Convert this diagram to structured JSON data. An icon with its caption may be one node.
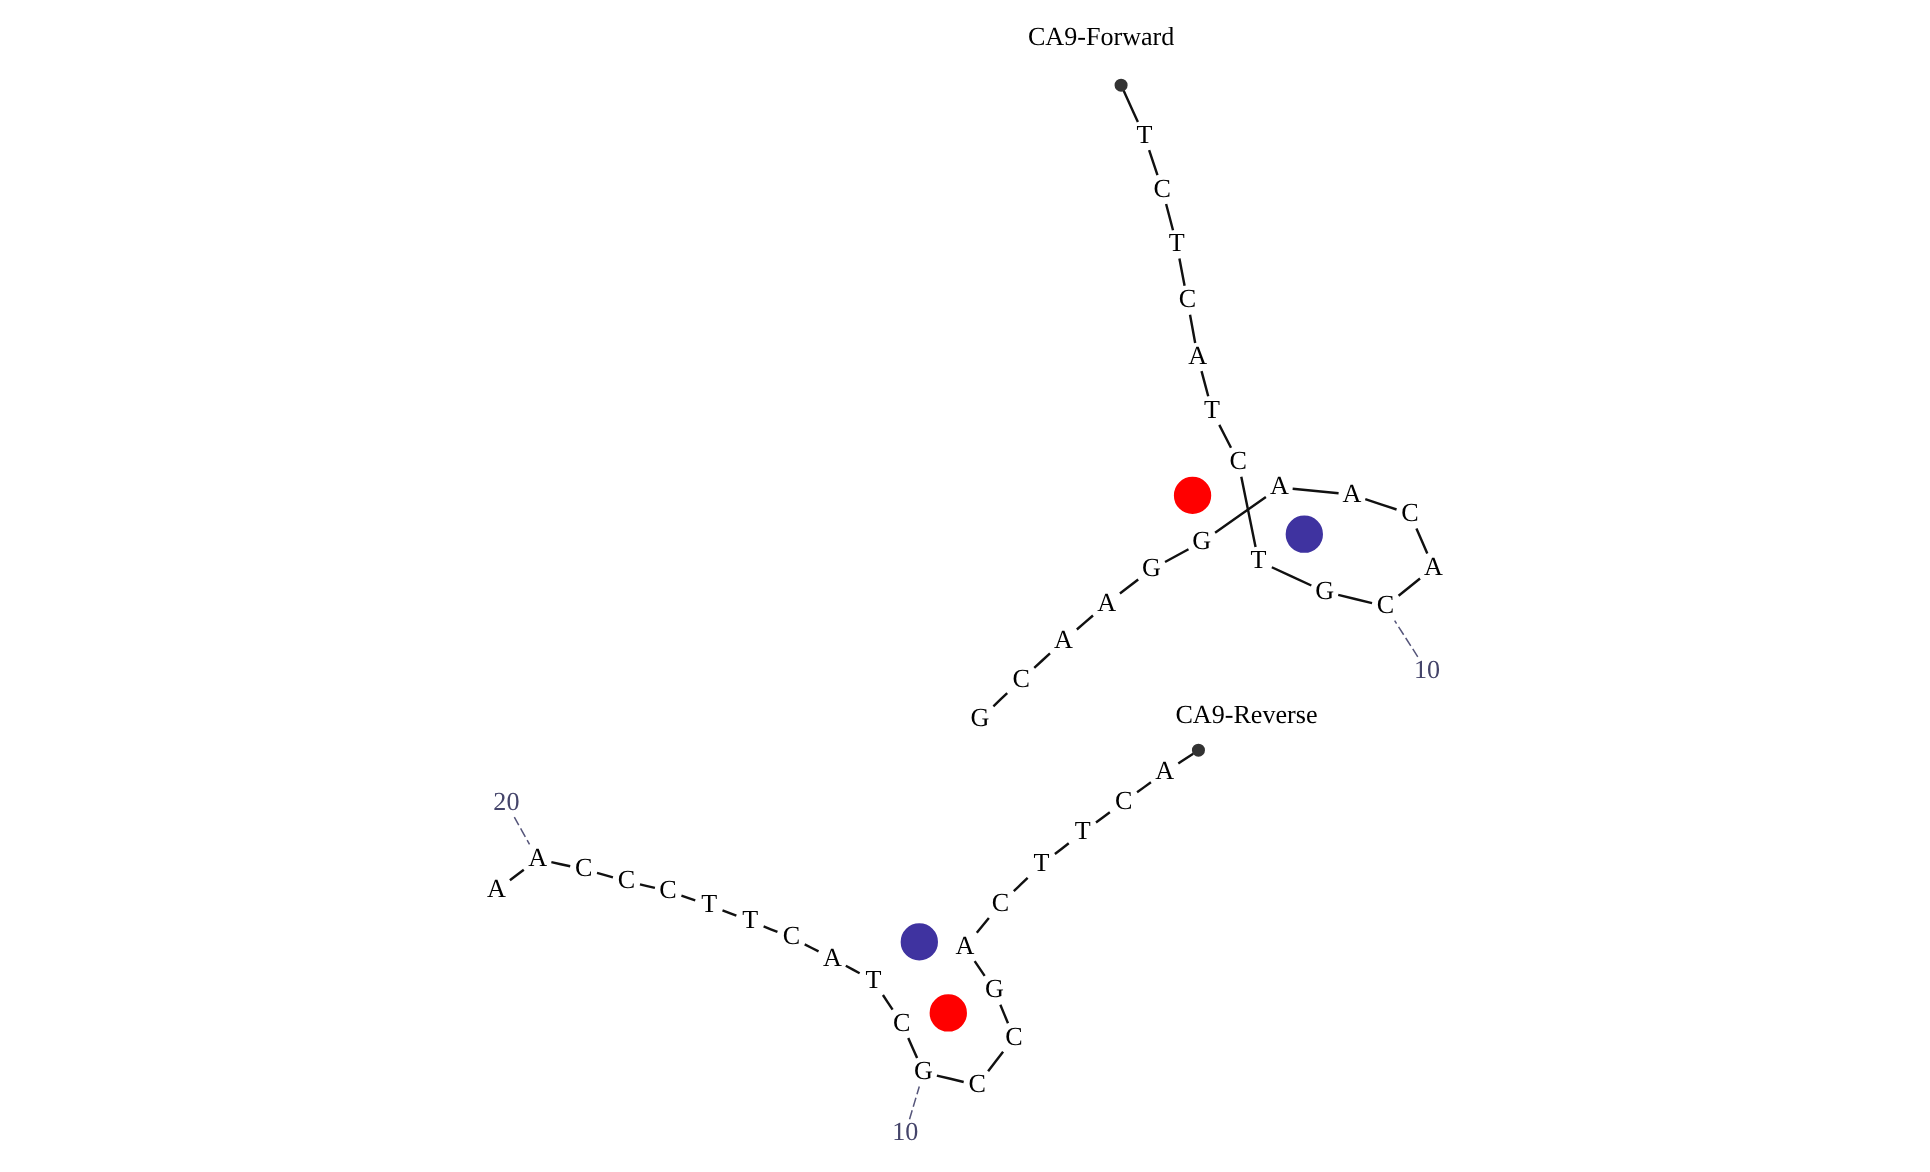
{
  "diagram": {
    "nodes": [
      {
        "text": [],
        "shape": "circle"
      },
      {
        "text": [
          "T"
        ]
      },
      {
        "text": [
          "C"
        ]
      },
      {
        "text": [
          "T"
        ]
      },
      {
        "text": [
          "C"
        ]
      },
      {
        "text": [
          "A"
        ]
      },
      {
        "text": [
          "T"
        ]
      },
      {
        "text": [
          "C"
        ]
      },
      {
        "text": [
          "T"
        ]
      },
      {
        "text": [
          "G"
        ]
      },
      {
        "text": [
          "C"
        ]
      },
      {
        "text": [
          "A"
        ]
      },
      {
        "text": [
          "C"
        ]
      },
      {
        "text": [
          "A"
        ]
      },
      {
        "text": [
          "A"
        ]
      },
      {
        "text": [
          "G"
        ]
      },
      {
        "text": [
          "G"
        ]
      },
      {
        "text": [
          "A"
        ]
      },
      {
        "text": [
          "A"
        ]
      },
      {
        "text": [
          "C"
        ]
      },
      {
        "text": [
          "G"
        ]
      },
      {
        "text": [
          "10"
        ]
      },
      {
        "text": [],
        "shape": "circle"
      },
      {
        "text": [],
        "shape": "circle"
      },
      {
        "text": [],
        "shape": "circle"
      },
      {
        "text": [
          "A"
        ]
      },
      {
        "text": [
          "C"
        ]
      },
      {
        "text": [
          "T"
        ]
      },
      {
        "text": [
          "T"
        ]
      },
      {
        "text": [
          "C"
        ]
      },
      {
        "text": [
          "A"
        ]
      },
      {
        "text": [
          "G"
        ]
      },
      {
        "text": [
          "C"
        ]
      },
      {
        "text": [
          "C"
        ]
      },
      {
        "text": [
          "G"
        ]
      },
      {
        "text": [
          "C"
        ]
      },
      {
        "text": [
          "T"
        ]
      },
      {
        "text": [
          "A"
        ]
      },
      {
        "text": [
          "C"
        ]
      },
      {
        "text": [
          "T"
        ]
      },
      {
        "text": [
          "T"
        ]
      },
      {
        "text": [
          "C"
        ]
      },
      {
        "text": [
          "C"
        ]
      },
      {
        "text": [
          "C"
        ]
      },
      {
        "text": [
          "A"
        ]
      },
      {
        "text": [
          "A"
        ]
      },
      {
        "text": [
          "10"
        ]
      },
      {
        "text": [
          "20"
        ]
      },
      {
        "text": [],
        "shape": "circle"
      },
      {
        "text": [],
        "shape": "circle"
      }
    ],
    "edges": [
      {
        "from": 0,
        "to": 1,
        "arrow": "none"
      },
      {
        "from": 1,
        "to": 2,
        "arrow": "none"
      },
      {
        "from": 2,
        "to": 3,
        "arrow": "none"
      },
      {
        "from": 3,
        "to": 4,
        "arrow": "none"
      },
      {
        "from": 4,
        "to": 5,
        "arrow": "none"
      },
      {
        "from": 5,
        "to": 6,
        "arrow": "none"
      },
      {
        "from": 6,
        "to": 7,
        "arrow": "none"
      },
      {
        "from": 7,
        "to": 8,
        "arrow": "none"
      },
      {
        "from": 8,
        "to": 9,
        "arrow": "none"
      },
      {
        "from": 9,
        "to": 10,
        "arrow": "none"
      },
      {
        "from": 10,
        "to": 11,
        "arrow": "none"
      },
      {
        "from": 11,
        "to": 12,
        "arrow": "none"
      },
      {
        "from": 12,
        "to": 13,
        "arrow": "none"
      },
      {
        "from": 13,
        "to": 14,
        "arrow": "none"
      },
      {
        "from": 14,
        "to": 15,
        "arrow": "none"
      },
      {
        "from": 15,
        "to": 16,
        "arrow": "none"
      },
      {
        "from": 16,
        "to": 17,
        "arrow": "none"
      },
      {
        "from": 17,
        "to": 18,
        "arrow": "none"
      },
      {
        "from": 18,
        "to": 19,
        "arrow": "none"
      },
      {
        "from": 19,
        "to": 20,
        "arrow": "none"
      },
      {
        "from": 21,
        "to": 10,
        "arrow": "none",
        "style": "dashed",
        "color": "#55557a"
      },
      {
        "from": 24,
        "to": 25,
        "arrow": "none"
      },
      {
        "from": 25,
        "to": 26,
        "arrow": "none"
      },
      {
        "from": 26,
        "to": 27,
        "arrow": "none"
      },
      {
        "from": 27,
        "to": 28,
        "arrow": "none"
      },
      {
        "from": 28,
        "to": 29,
        "arrow": "none"
      },
      {
        "from": 29,
        "to": 30,
        "arrow": "none"
      },
      {
        "from": 30,
        "to": 31,
        "arrow": "none"
      },
      {
        "from": 31,
        "to": 32,
        "arrow": "none"
      },
      {
        "from": 32,
        "to": 33,
        "arrow": "none"
      },
      {
        "from": 33,
        "to": 34,
        "arrow": "none"
      },
      {
        "from": 34,
        "to": 35,
        "arrow": "none"
      },
      {
        "from": 35,
        "to": 36,
        "arrow": "none"
      },
      {
        "from": 36,
        "to": 37,
        "arrow": "none"
      },
      {
        "from": 37,
        "to": 38,
        "arrow": "none"
      },
      {
        "from": 38,
        "to": 39,
        "arrow": "none"
      },
      {
        "from": 39,
        "to": 40,
        "arrow": "none"
      },
      {
        "from": 40,
        "to": 41,
        "arrow": "none"
      },
      {
        "from": 41,
        "to": 42,
        "arrow": "none"
      },
      {
        "from": 42,
        "to": 43,
        "arrow": "none"
      },
      {
        "from": 43,
        "to": 44,
        "arrow": "none"
      },
      {
        "from": 44,
        "to": 45,
        "arrow": "none"
      },
      {
        "from": 46,
        "to": 34,
        "arrow": "none",
        "style": "dashed",
        "color": "#55557a"
      },
      {
        "from": 47,
        "to": 44,
        "arrow": "none",
        "style": "dashed",
        "color": "#55557a"
      }
    ],
    "labels": [
      "CA9-Forward",
      "CA9-Reverse"
    ]
  }
}
